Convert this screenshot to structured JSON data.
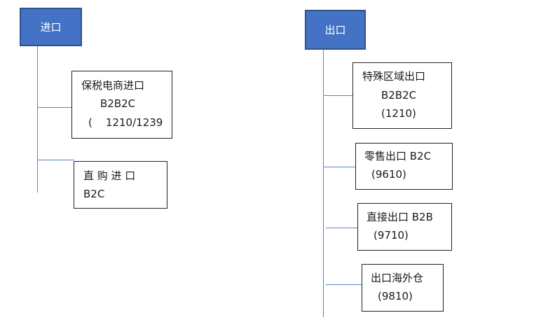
{
  "import": {
    "title": "进口",
    "items": [
      {
        "lines": [
          "保税电商进口",
          "B2B2C",
          "(    1210/1239"
        ]
      },
      {
        "lines": [
          "直 购 进 口",
          "B2C"
        ]
      }
    ]
  },
  "export": {
    "title": "出口",
    "items": [
      {
        "lines": [
          "特殊区域出口",
          "B2B2C",
          "(1210)"
        ]
      },
      {
        "lines": [
          "零售出口 B2C",
          "(9610)"
        ]
      },
      {
        "lines": [
          "直接出口 B2B",
          "(9710)"
        ]
      },
      {
        "lines": [
          "出口海外仓",
          "(9810)"
        ]
      }
    ]
  },
  "colors": {
    "root_fill": "#4472c4",
    "root_border": "#2f528f",
    "connector": "#5b83c7"
  }
}
